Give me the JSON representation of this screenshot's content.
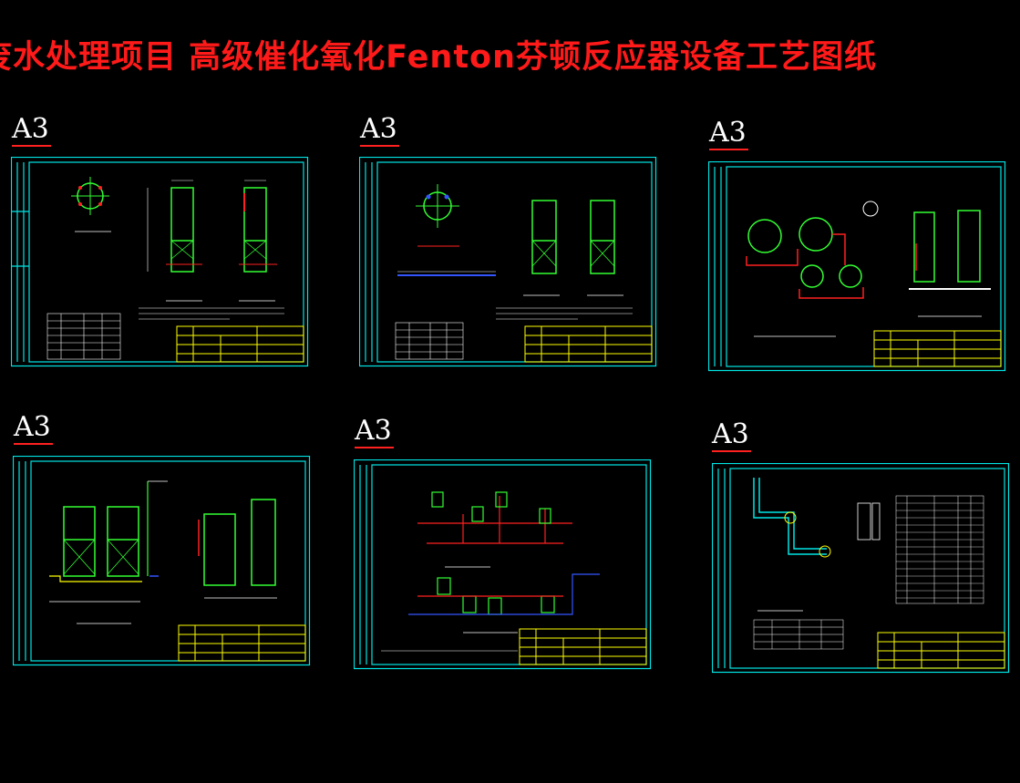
{
  "header": {
    "title": "废水处理项目 高级催化氧化Fenton芬顿反应器设备工艺图纸"
  },
  "sheets": [
    {
      "label": "A3"
    },
    {
      "label": "A3"
    },
    {
      "label": "A3"
    },
    {
      "label": "A3"
    },
    {
      "label": "A3"
    },
    {
      "label": "A3"
    }
  ],
  "colors": {
    "frame": "#00e5e5",
    "equipment": "#33ff33",
    "pipe": "#ff2020",
    "title_block": "#ffff00",
    "text": "#ffffff",
    "flow": "#3355ff",
    "title": "#ff1a1a"
  }
}
